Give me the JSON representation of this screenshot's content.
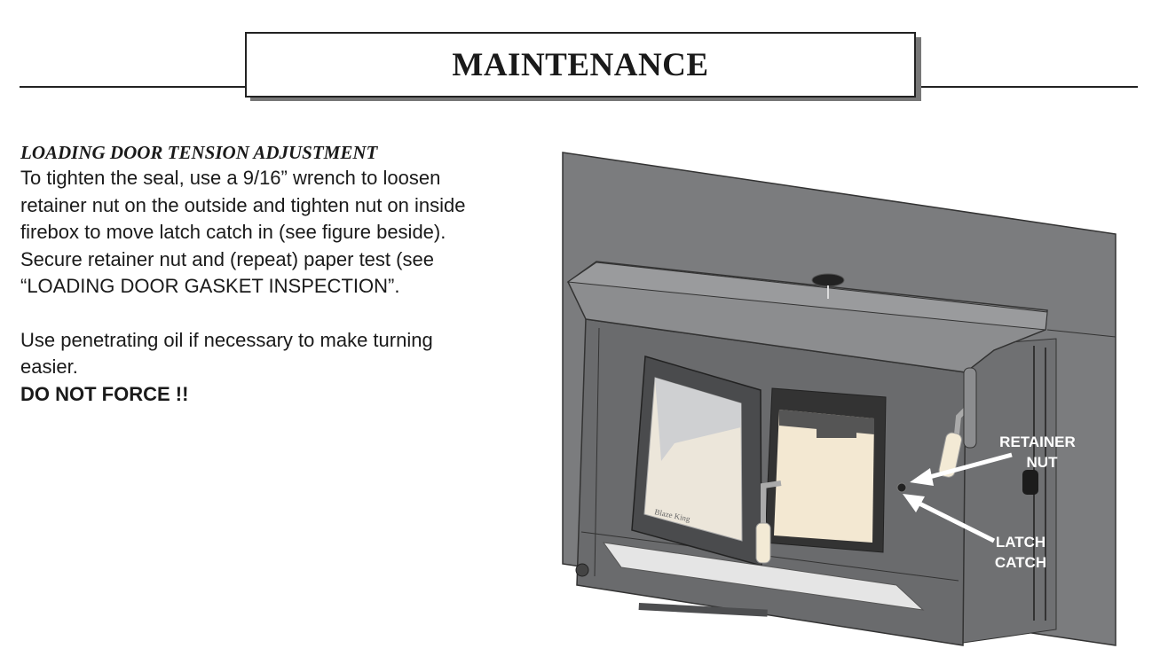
{
  "header": {
    "title": "MAINTENANCE"
  },
  "section": {
    "heading": "LOADING DOOR TENSION ADJUSTMENT",
    "lines": [
      "To tighten the seal, use a 9/16” wrench to loosen",
      "retainer nut on the outside and tighten nut on inside",
      "firebox to move latch catch in (see figure beside).",
      "Secure retainer nut and (repeat) paper test (see",
      "“LOADING DOOR GASKET INSPECTION”."
    ],
    "lines2": [
      "Use penetrating oil if necessary to make turning",
      "easier."
    ],
    "warning": "DO NOT FORCE !!"
  },
  "figure": {
    "label_retainer_1": "RETAINER",
    "label_retainer_2": "NUT",
    "label_latch_1": "LATCH",
    "label_latch_2": "CATCH",
    "brand": "Blaze King"
  }
}
